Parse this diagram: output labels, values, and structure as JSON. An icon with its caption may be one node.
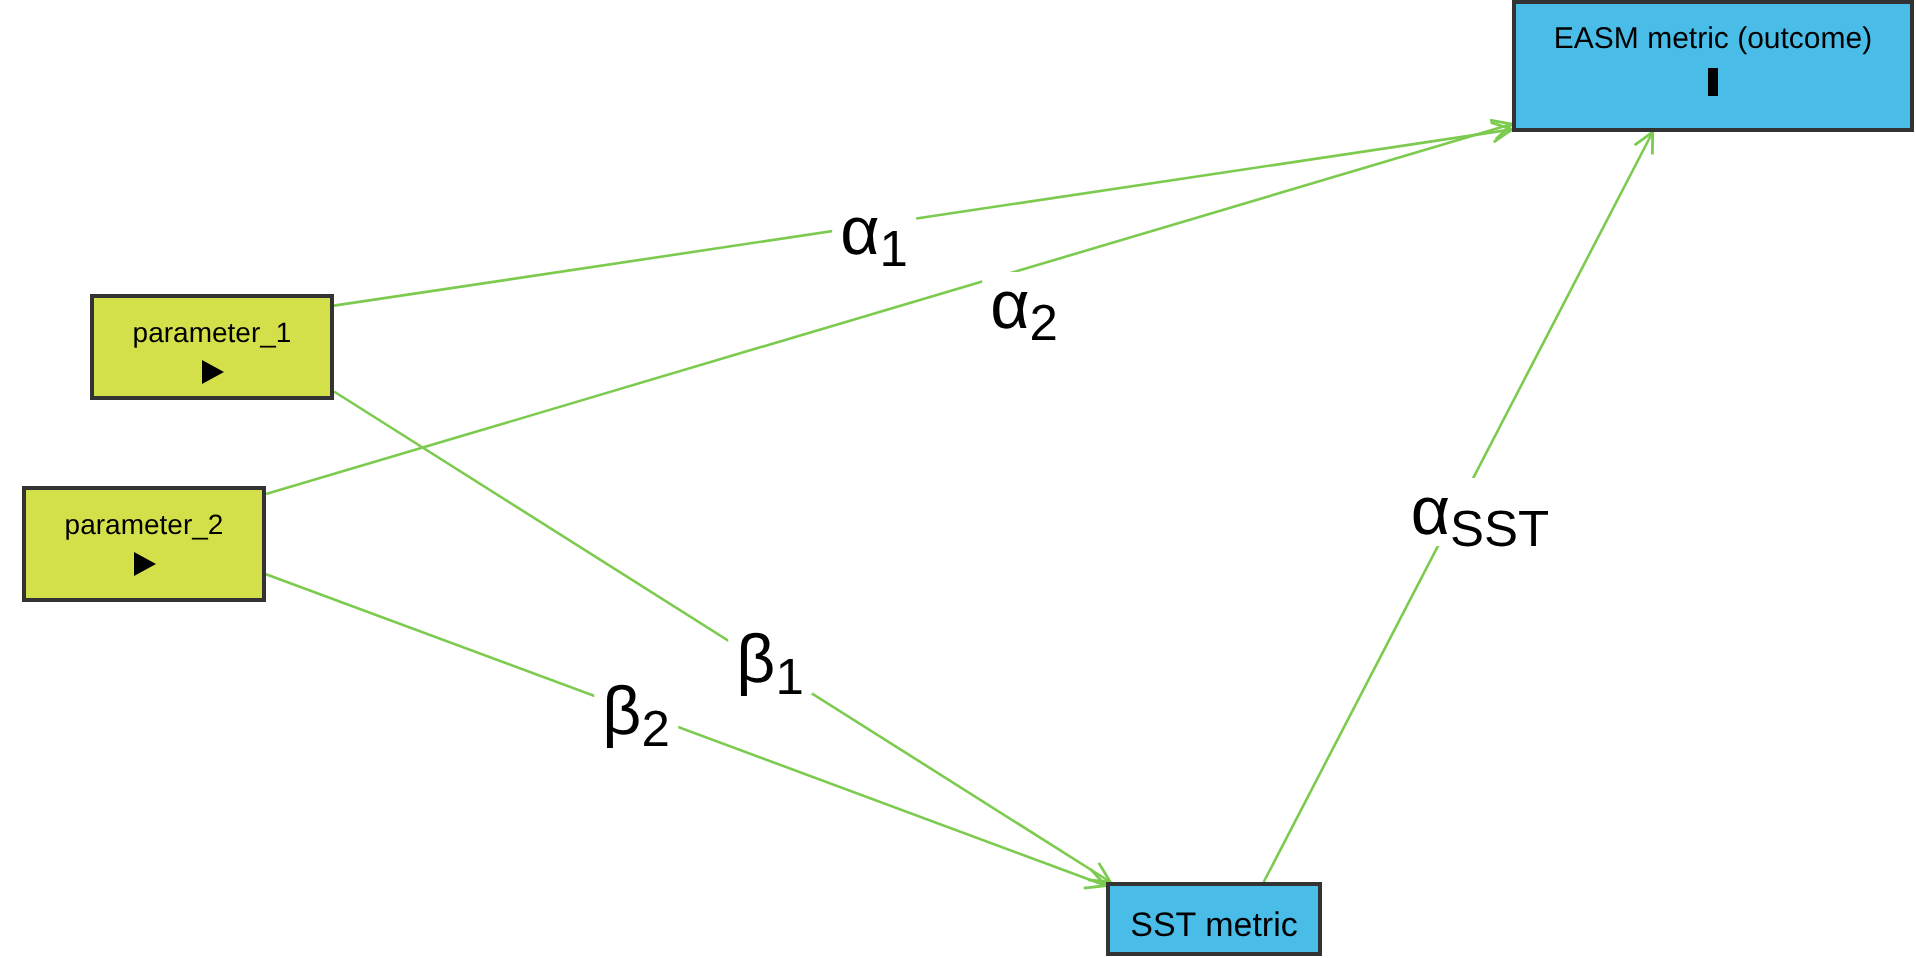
{
  "diagram": {
    "nodes": [
      {
        "text": [
          "EASM metric (outcome)"
        ]
      },
      {
        "text": [
          "parameter_1"
        ]
      },
      {
        "text": [
          "parameter_2"
        ]
      },
      {
        "text": [
          "SST metric"
        ]
      }
    ],
    "edges": [
      {
        "from": 1,
        "to": 0,
        "arrow": "to",
        "label": "α$_{1}$"
      },
      {
        "from": 2,
        "to": 0,
        "arrow": "to",
        "label": "α$_{2}$"
      },
      {
        "from": 1,
        "to": 3,
        "arrow": "to",
        "label": "β$_{1}$"
      },
      {
        "from": 2,
        "to": 3,
        "arrow": "to",
        "label": "β$_{2}$"
      },
      {
        "from": 3,
        "to": 0,
        "arrow": "to",
        "label": "α$_{SST}$"
      }
    ]
  }
}
